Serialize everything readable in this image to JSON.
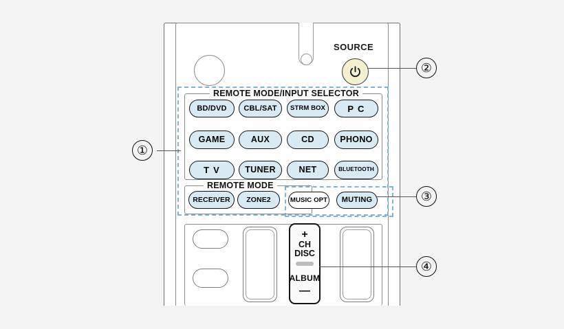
{
  "diagram": {
    "title": "Remote controller button layout",
    "background_color": "#f4f4f4"
  },
  "remote": {
    "ir_window": "ir-window",
    "blank_round_button": "round-button",
    "source": {
      "label": "SOURCE",
      "power_icon": "power-icon",
      "button_color": "#f5f0cd"
    },
    "input_selector": {
      "caption": "REMOTE MODE/INPUT SELECTOR",
      "buttons": [
        {
          "label": "BD/DVD",
          "size": "a"
        },
        {
          "label": "CBL/SAT",
          "size": "a"
        },
        {
          "label": "STRM BOX",
          "size": "b"
        },
        {
          "label": "P C",
          "size": "c"
        },
        {
          "label": "GAME",
          "size": "d"
        },
        {
          "label": "AUX",
          "size": "d"
        },
        {
          "label": "CD",
          "size": "d"
        },
        {
          "label": "PHONO",
          "size": "d"
        },
        {
          "label": "T V",
          "size": "c"
        },
        {
          "label": "TUNER",
          "size": "d"
        },
        {
          "label": "NET",
          "size": "d"
        },
        {
          "label": "BLUETOOTH",
          "size": "e"
        }
      ],
      "key_color": "#d8ebf5"
    },
    "remote_mode": {
      "caption": "REMOTE MODE",
      "buttons": [
        {
          "label": "RECEIVER",
          "size": "f"
        },
        {
          "label": "ZONE2",
          "size": "f"
        }
      ]
    },
    "options": {
      "buttons": [
        {
          "label": "MUSIC OPT",
          "size": "g"
        },
        {
          "label": "MUTING",
          "size": "h"
        }
      ]
    },
    "rocker": {
      "plus": "+",
      "line1": "CH",
      "line2": "DISC",
      "line3": "ALBUM",
      "minus": "—"
    }
  },
  "callouts": [
    {
      "number": "①",
      "target": "input-selector-and-remote-mode"
    },
    {
      "number": "②",
      "target": "source-power-button"
    },
    {
      "number": "③",
      "target": "music-opt-and-muting"
    },
    {
      "number": "④",
      "target": "ch-disc-album-rocker"
    }
  ],
  "annotation": {
    "dash_color": "#7fb4d4"
  }
}
